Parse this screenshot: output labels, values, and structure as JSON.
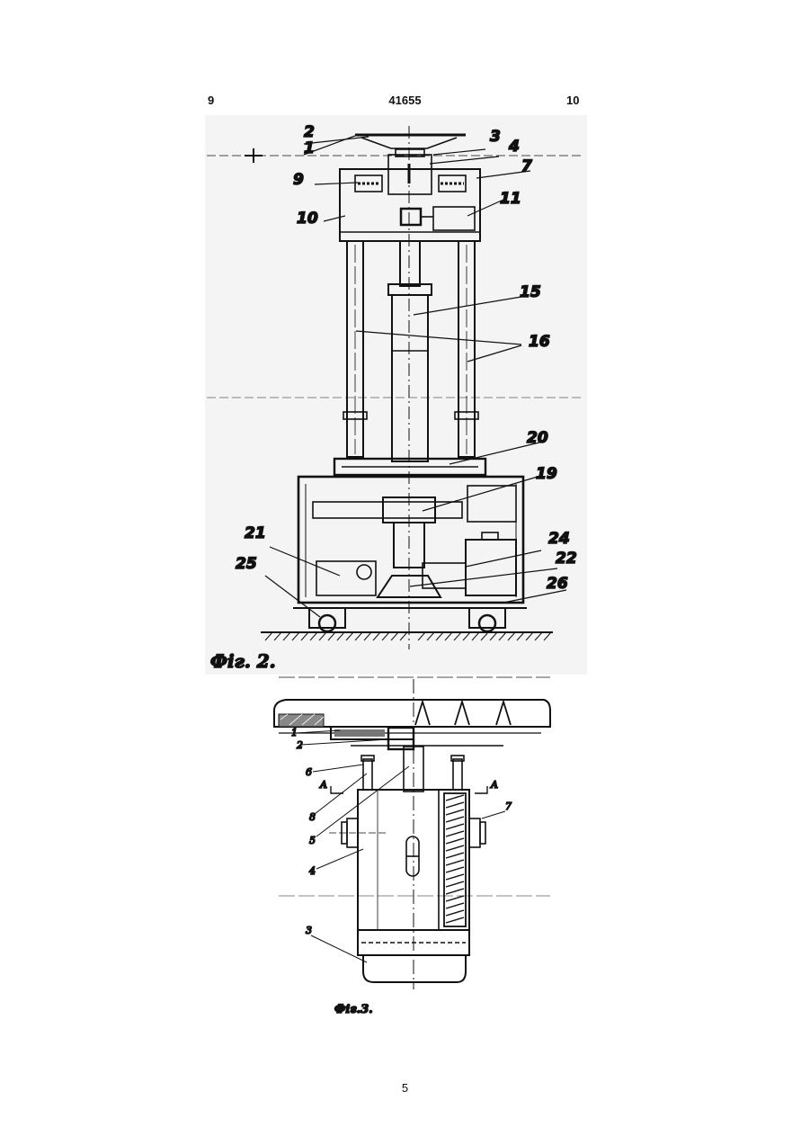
{
  "header": {
    "left_page": "9",
    "document_number": "41655",
    "right_page": "10"
  },
  "figure2": {
    "caption": "Фіг. 2.",
    "labels": [
      "2",
      "1",
      "3",
      "4",
      "7",
      "9",
      "10",
      "11",
      "15",
      "16",
      "20",
      "19",
      "21",
      "25",
      "24",
      "22",
      "26"
    ]
  },
  "figure3": {
    "caption": "Фіг.3.",
    "labels": [
      "1",
      "2",
      "6",
      "8",
      "5",
      "4",
      "7",
      "3"
    ],
    "section_marks": [
      "A",
      "A"
    ]
  },
  "footer": {
    "page_number": "5"
  }
}
